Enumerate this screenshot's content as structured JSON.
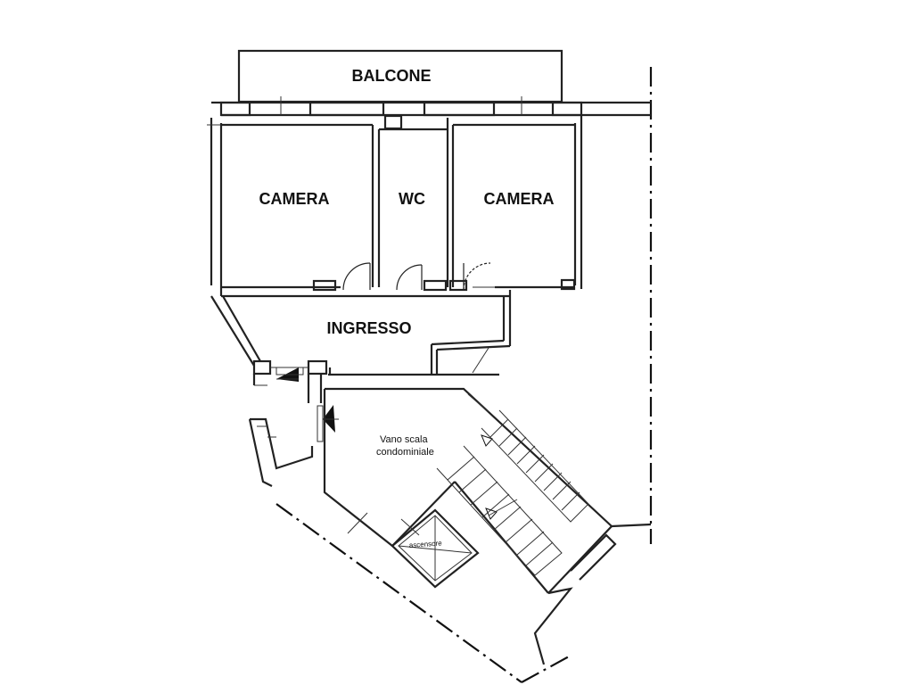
{
  "rooms": {
    "balcone": "BALCONE",
    "camera_left": "CAMERA",
    "wc": "WC",
    "camera_right": "CAMERA",
    "ingresso": "INGRESSO"
  },
  "stairwell": {
    "line1": "Vano  scala",
    "line2": "condominiale"
  },
  "elevator": "ascensore"
}
